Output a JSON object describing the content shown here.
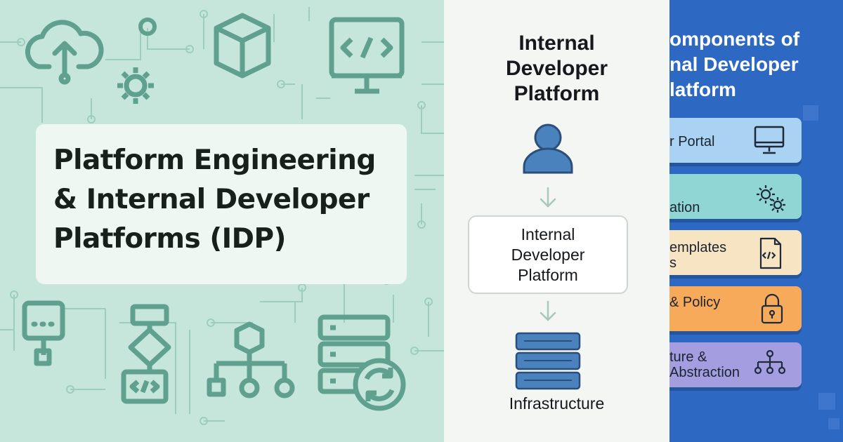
{
  "left_panel": {
    "title_lines": [
      "Platform Engineering",
      "& Internal Developer",
      "Platforms (IDP)"
    ]
  },
  "middle_panel": {
    "title_lines": [
      "Internal",
      "Developer",
      "Platform"
    ],
    "box_lines": [
      "Internal",
      "Developer",
      "Platform"
    ],
    "bottom_label": "Infrastructure"
  },
  "right_panel": {
    "title_lines": [
      "omponents of",
      "nal Developer",
      "latform"
    ],
    "layers": [
      {
        "lines": [
          "r Portal"
        ],
        "color": "#a9d2f3",
        "icon": "monitor-icon"
      },
      {
        "lines": [
          "ation"
        ],
        "color": "#8fd6d4",
        "icon": "gears-icon"
      },
      {
        "lines": [
          "emplates",
          "s"
        ],
        "color": "#f6e4c2",
        "icon": "code-file-icon"
      },
      {
        "lines": [
          "& Policy"
        ],
        "color": "#f6aa5a",
        "icon": "lock-icon"
      },
      {
        "lines": [
          "ture &",
          "Abstraction"
        ],
        "color": "#a49ee0",
        "icon": "hierarchy-icon"
      }
    ]
  }
}
